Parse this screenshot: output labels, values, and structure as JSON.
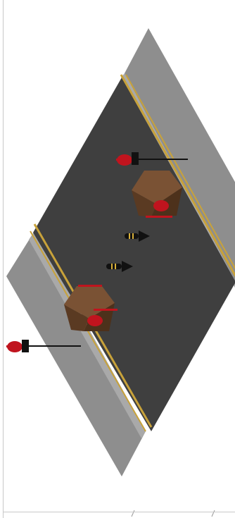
{
  "scene": {
    "colors": {
      "background": "#ffffff",
      "sidewalk": "#8e8e8e",
      "sidewalk_edge": "#a9a9a9",
      "road": "#3f3f3f",
      "road_stripe": "#c8a23a",
      "building": "#5a3a22",
      "building_light": "#7a5234",
      "target_red": "#c0141e",
      "dart_black": "#111111",
      "dart_band": "#d9b13a"
    },
    "entities": [
      {
        "type": "dart-trap",
        "side": "right-upper"
      },
      {
        "type": "building",
        "side": "right-upper"
      },
      {
        "type": "dart",
        "side": "center"
      },
      {
        "type": "dart",
        "side": "center"
      },
      {
        "type": "building",
        "side": "left-lower"
      },
      {
        "type": "dart-trap",
        "side": "left-lower"
      }
    ]
  }
}
